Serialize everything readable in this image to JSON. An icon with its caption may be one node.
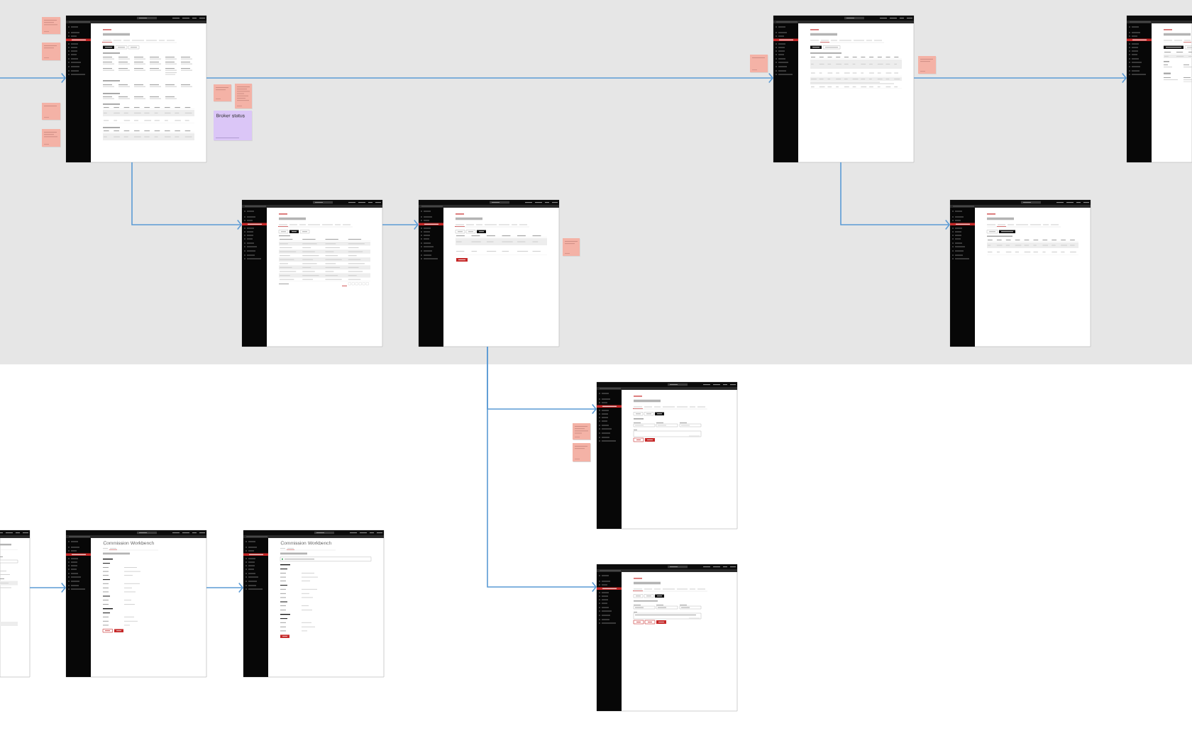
{
  "diagram": {
    "nodes": [
      {
        "text": [],
        "shape": "picture"
      },
      {
        "text": [],
        "shape": "picture"
      },
      {
        "text": [],
        "shape": "picture"
      },
      {
        "text": [],
        "shape": "picture"
      },
      {
        "text": [],
        "shape": "picture"
      },
      {
        "text": [],
        "shape": "picture"
      },
      {
        "text": [],
        "shape": "picture"
      },
      {
        "text": [],
        "shape": "picture"
      },
      {
        "text": [],
        "shape": "picture"
      },
      {
        "text": [
          "Commission Workbench"
        ]
      },
      {
        "text": [
          "Commission Workbench"
        ]
      },
      {
        "text": [],
        "shape": "box"
      },
      {
        "text": [],
        "shape": "box"
      },
      {
        "text": [],
        "shape": "box"
      },
      {
        "text": [],
        "shape": "box"
      },
      {
        "text": [],
        "shape": "box"
      },
      {
        "text": [],
        "shape": "box"
      },
      {
        "text": [
          "Broker status"
        ]
      },
      {
        "text": [],
        "shape": "box"
      },
      {
        "text": [],
        "shape": "box"
      },
      {
        "text": [],
        "shape": "box"
      },
      {
        "text": [],
        "shape": "box"
      },
      {
        "text": [],
        "shape": "box"
      }
    ],
    "edges": [
      {
        "from": null,
        "to": 0,
        "arrow": "to"
      },
      {
        "from": 0,
        "to": 1,
        "arrow": "to"
      },
      {
        "from": 1,
        "to": 2,
        "arrow": "to"
      },
      {
        "from": 0,
        "to": 3,
        "arrow": "to"
      },
      {
        "from": 3,
        "to": 4,
        "arrow": "to"
      },
      {
        "from": 1,
        "to": 5,
        "arrow": "to"
      },
      {
        "from": 4,
        "to": 6,
        "arrow": "to"
      },
      {
        "from": 4,
        "to": 7,
        "arrow": "to"
      },
      {
        "from": 8,
        "to": 9,
        "arrow": "to"
      },
      {
        "from": 9,
        "to": 10,
        "arrow": "to"
      }
    ]
  }
}
